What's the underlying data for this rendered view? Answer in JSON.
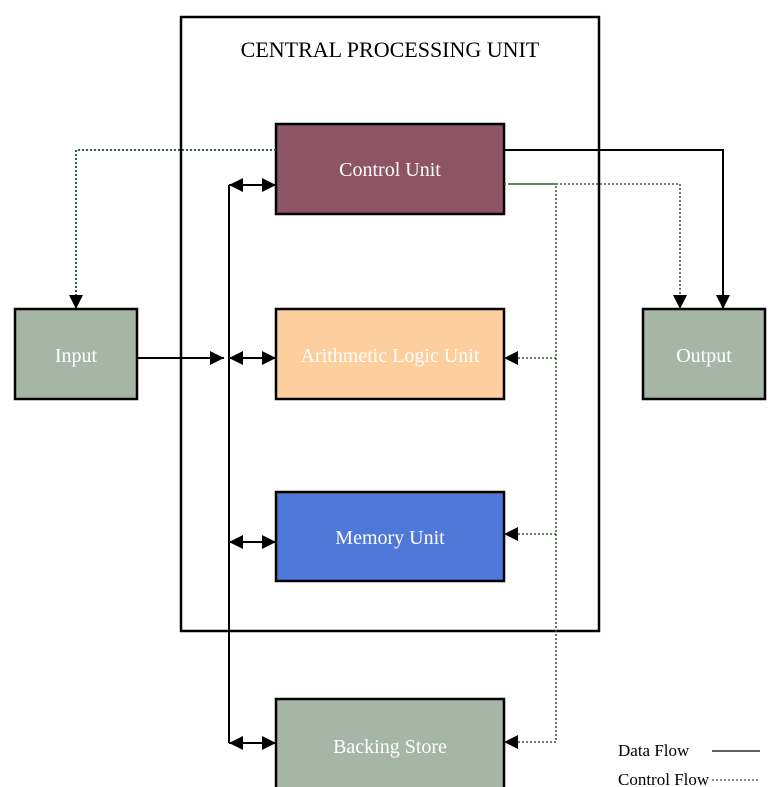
{
  "cpu": {
    "title": "CENTRAL PROCESSING UNIT"
  },
  "nodes": {
    "control_unit": {
      "label": "Control Unit",
      "fill": "#8c5464",
      "text_color": "#ffffff"
    },
    "alu": {
      "label": "Arithmetic Logic Unit",
      "fill": "#fdcf9e",
      "text_color": "#ffffff"
    },
    "memory_unit": {
      "label": "Memory Unit",
      "fill": "#5078d8",
      "text_color": "#ffffff"
    },
    "backing_store": {
      "label": "Backing Store",
      "fill": "#a6b6a6",
      "text_color": "#ffffff"
    },
    "input": {
      "label": "Input",
      "fill": "#a6b6a6",
      "text_color": "#ffffff"
    },
    "output": {
      "label": "Output",
      "fill": "#a6b6a6",
      "text_color": "#ffffff"
    }
  },
  "legend": {
    "data_flow": "Data Flow",
    "control_flow": "Control Flow"
  },
  "colors": {
    "stroke": "#000000",
    "control_line": "#3a5a3a"
  }
}
